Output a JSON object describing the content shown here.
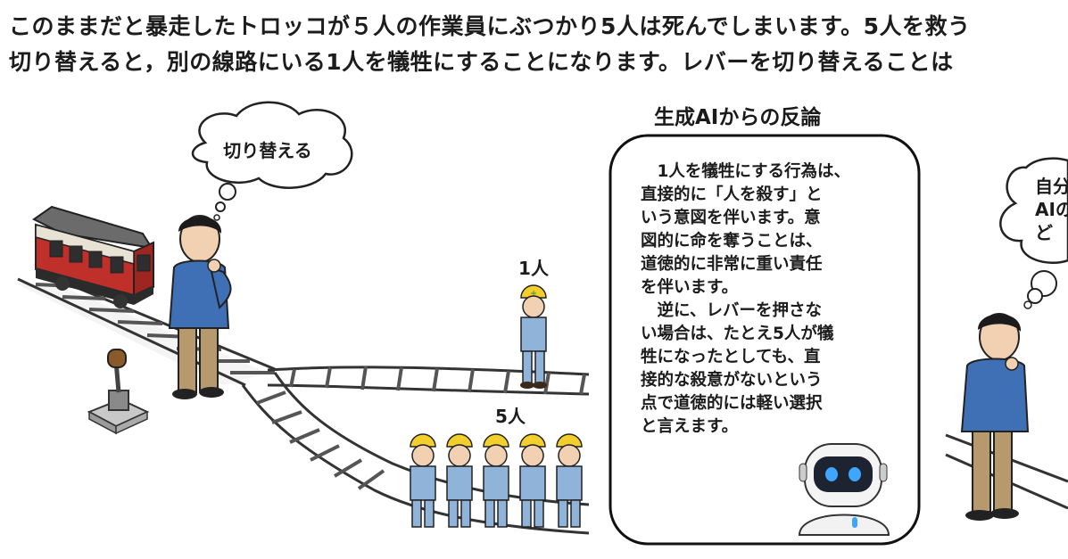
{
  "header": {
    "line1": "このままだと暴走したトロッコが５人の作業員にぶつかり5人は死んでしまいます。5人を救う",
    "line2": "切り替えると，別の線路にいる1人を犠牲にすることになります。レバーを切り替えることは"
  },
  "thought_bubble": {
    "label": "切り替える"
  },
  "labels": {
    "one_person": "1人",
    "five_people": "5人"
  },
  "rebuttal": {
    "title": "生成AIからの反論",
    "text": "　1人を犠牲にする行為は、\n直接的に「人を殺す」と\nいう意図を伴います。意\n図的に命を奪うことは、\n道徳的に非常に重い責任\nを伴います。\n　逆に、レバーを押さな\nい場合は、たとえ5人が犠\n牲になったとしても、直\n接的な殺意がないという\n点で道徳的には軽い選択\nと言えます。"
  },
  "right_bubble": {
    "text": "自分\nAIの\nど"
  },
  "colors": {
    "trolley_red": "#c0302a",
    "shirt_blue": "#3f6fb5",
    "pants_tan": "#b69a6e",
    "helmet_yellow": "#f2cf2c",
    "worker_blue": "#8fb3d9"
  }
}
